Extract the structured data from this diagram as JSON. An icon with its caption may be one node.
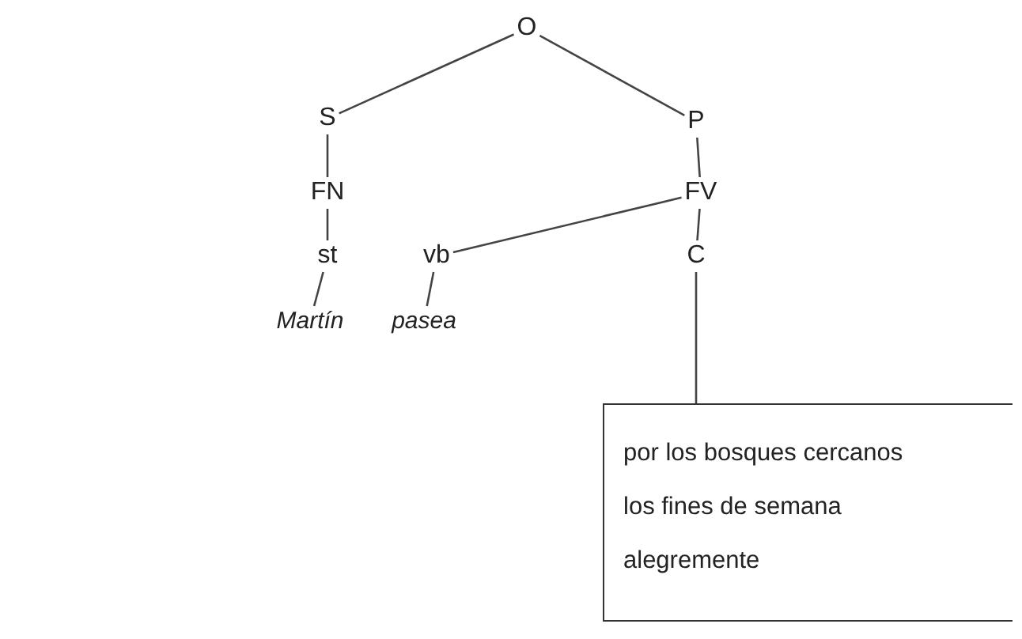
{
  "diagram": {
    "nodes": [
      {
        "text": [
          "O"
        ]
      },
      {
        "text": [
          "S"
        ]
      },
      {
        "text": [
          "P"
        ]
      },
      {
        "text": [
          "FN"
        ]
      },
      {
        "text": [
          "FV"
        ]
      },
      {
        "text": [
          "st"
        ]
      },
      {
        "text": [
          "vb"
        ]
      },
      {
        "text": [
          "C"
        ]
      },
      {
        "text": [
          "Martín"
        ]
      },
      {
        "text": [
          "pasea"
        ]
      },
      {
        "text": [
          "por los bosques cercanos",
          "los fines de semana",
          "alegremente"
        ]
      }
    ],
    "edges": [
      {
        "from": 0,
        "to": 1,
        "arrow": "none"
      },
      {
        "from": 0,
        "to": 2,
        "arrow": "none"
      },
      {
        "from": 1,
        "to": 3,
        "arrow": "none"
      },
      {
        "from": 2,
        "to": 4,
        "arrow": "none"
      },
      {
        "from": 3,
        "to": 5,
        "arrow": "none"
      },
      {
        "from": 4,
        "to": 6,
        "arrow": "none"
      },
      {
        "from": 4,
        "to": 7,
        "arrow": "none"
      },
      {
        "from": 5,
        "to": 8,
        "arrow": "none"
      },
      {
        "from": 6,
        "to": 9,
        "arrow": "none"
      },
      {
        "from": 7,
        "to": 10,
        "arrow": "none"
      }
    ]
  }
}
